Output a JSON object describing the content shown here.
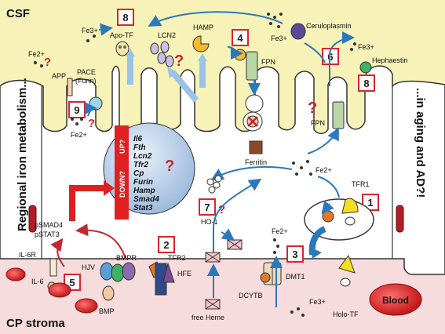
{
  "regions": {
    "csf": "CSF",
    "stroma": "CP stroma",
    "left_vertical": "Regional iron metabolism...",
    "right_vertical": "...in aging and AD?!"
  },
  "labels": {
    "fe3_top": "Fe3+",
    "apo_tf": "Apo-TF",
    "lcn2": "LCN2",
    "hamp": "HAMP",
    "fpn_top": "FPN",
    "ceruloplasmin": "Ceruloplasmin",
    "fe3_right": "Fe3+",
    "hephaestin": "Hephaestin",
    "fe3_cer": "Fe3+",
    "fe2_top": "Fe2+",
    "app": "APP",
    "pace": "PACE",
    "furin": "(Furin)",
    "fe2_left": "Fe2+",
    "fpn_right": "FPN",
    "ferritin": "Ferritin",
    "fe2_center": "Fe2+",
    "tfr1": "TFR1",
    "ho1": "HO-1",
    "fe2_dmt": "Fe2+",
    "psmad4": "pSMAD4",
    "pstat3": "pSTAT3",
    "il6r": "IL-6R",
    "il6": "IL-6",
    "hjv": "HJV",
    "bmpr": "BMPR",
    "tfr2": "TFR2",
    "hfe": "HFE",
    "bmp": "BMP",
    "free_heme": "free Heme",
    "dcytb": "DCYTB",
    "dmt1": "DMT1",
    "fe3_bottom": "Fe3+",
    "holo_tf": "Holo-TF",
    "blood": "Blood",
    "up": "UP?",
    "down": "DOWN?"
  },
  "genes": [
    "Il6",
    "Fth",
    "Lcn2",
    "Tfr2",
    "Cp",
    "Furin",
    "Hamp",
    "Smad4",
    "Stat3"
  ],
  "numbers": {
    "n1": "1",
    "n2": "2",
    "n3": "3",
    "n4": "4",
    "n5": "5",
    "n6": "6",
    "n7": "7",
    "n8a": "8",
    "n8b": "8",
    "n9": "9"
  },
  "question_mark": "?",
  "colors": {
    "csf_bg": "#f7f2b8",
    "stroma_bg": "#f6dcdc",
    "arrow_blue": "#2a79bc",
    "arrow_light_blue": "#9cc3e6",
    "red": "#e02020",
    "box_red": "#d9262b"
  }
}
